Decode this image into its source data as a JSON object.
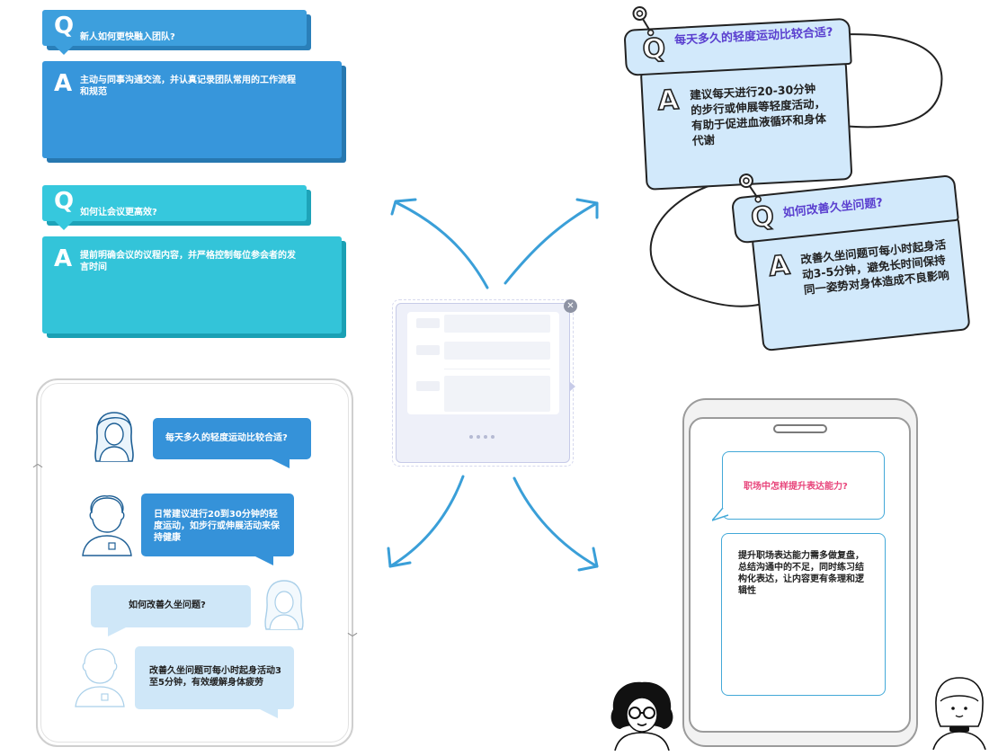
{
  "qa_cards": [
    {
      "q_letter": "Q",
      "question": "新人如何更快融入团队?",
      "a_letter": "A",
      "answer": "主动与同事沟通交流，并认真记录团队常用的工作流程和规范",
      "q_color": "#3d9fdd",
      "q_shadow": "#2a7fb9",
      "a_color": "#3796db",
      "a_shadow": "#2778b0"
    },
    {
      "q_letter": "Q",
      "question": "如何让会议更高效?",
      "a_letter": "A",
      "answer": "提前明确会议的议程内容，并严格控制每位参会者的发言时间",
      "q_color": "#36c8dd",
      "q_shadow": "#1ea3b8",
      "a_color": "#33c4d9",
      "a_shadow": "#1aa0b4"
    }
  ],
  "chat": {
    "messages": [
      {
        "text": "每天多久的轻度运动比较合适?",
        "color": "#3592d9",
        "text_color": "#ffffff"
      },
      {
        "text": "日常建议进行20到30分钟的轻度运动，如步行或伸展活动来保持健康",
        "color": "#3592d9",
        "text_color": "#ffffff"
      },
      {
        "text": "如何改善久坐问题?",
        "color": "#cfe7f8",
        "text_color": "#222222"
      },
      {
        "text": "改善久坐问题可每小时起身活动3至5分钟，有效缓解身体疲劳",
        "color": "#cfe7f8",
        "text_color": "#222222"
      }
    ]
  },
  "tilted_cards": [
    {
      "q_letter": "Q",
      "question": "每天多久的轻度运动比较合适?",
      "a_letter": "A",
      "answer": "建议每天进行20-30分钟的步行或伸展等轻度活动，有助于促进血液循环和身体代谢",
      "question_color": "#5a3fcf"
    },
    {
      "q_letter": "Q",
      "question": "如何改善久坐问题?",
      "a_letter": "A",
      "answer": "改善久坐问题可每小时起身活动3-5分钟，避免长时间保持同一姿势对身体造成不良影响",
      "question_color": "#5a3fcf"
    }
  ],
  "phone": {
    "question": "职场中怎样提升表达能力?",
    "question_color": "#e8467c",
    "answer": "提升职场表达能力需多做复盘，总结沟通中的不足，同时练习结构化表达，让内容更有条理和逻辑性",
    "bubble_border": "#43a9d8"
  },
  "widget": {
    "close_glyph": "✕",
    "arrow_color": "#3a9fd8"
  }
}
